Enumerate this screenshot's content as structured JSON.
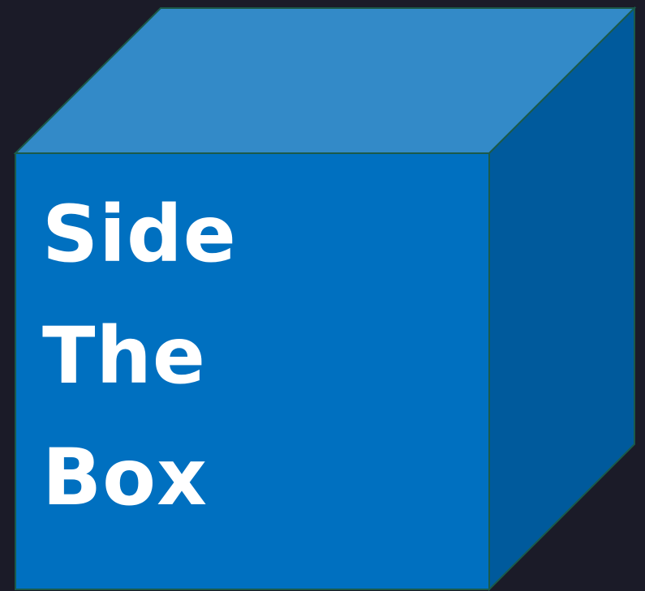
{
  "logo": {
    "lines": [
      "Side",
      "The",
      "Box"
    ]
  },
  "colors": {
    "background": "#1b1b28",
    "front_face": "#0070c0",
    "top_face": "#338ac8",
    "side_face": "#005a9c",
    "edge": "#1b5a4a",
    "text": "#ffffff"
  }
}
